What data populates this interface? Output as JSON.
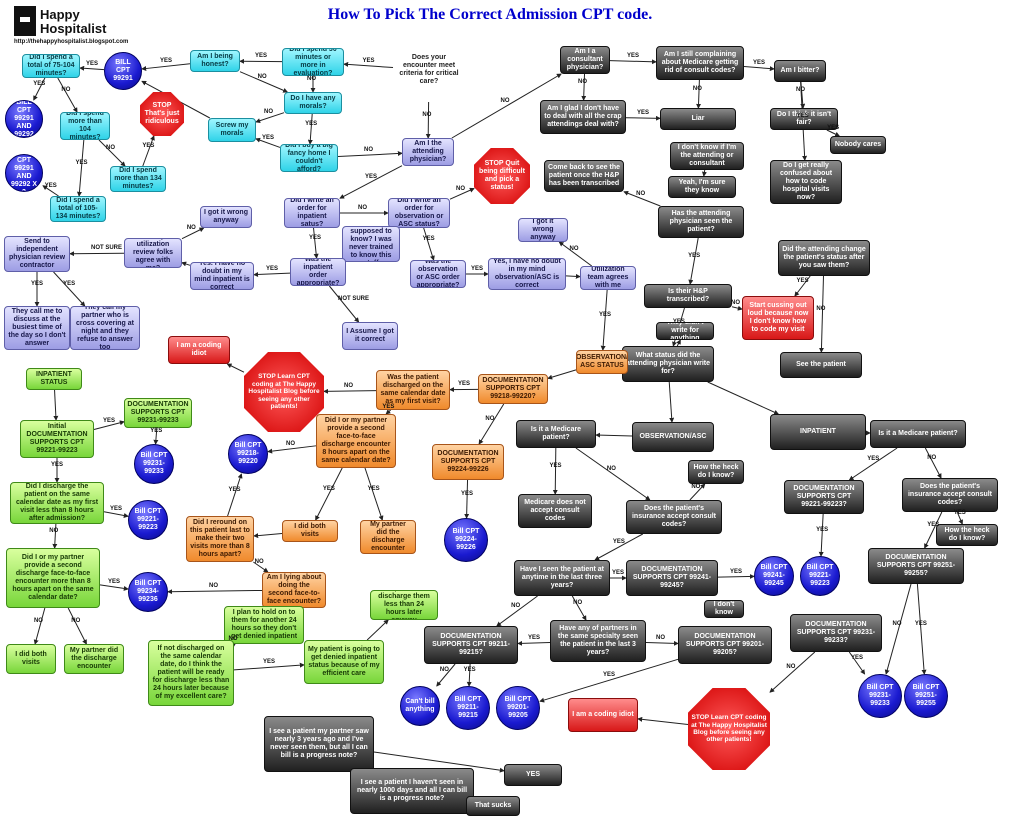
{
  "header": {
    "title": "How To Pick The Correct Admission CPT code.",
    "logo_line1": "Happy",
    "logo_line2": "Hospitalist",
    "url": "http://thehappyhospitalist.blogspot.com"
  },
  "colors": {
    "cyan": "#2fd3e8",
    "purple": "#9d9de4",
    "dark": "#202020",
    "green": "#78d63a",
    "orange": "#f08a2c",
    "red": "#d81818",
    "blue": "#1a1ad0",
    "yellow": "#f4d400"
  },
  "nodes": {
    "n1": "Did I spend a total of 75-104 minutes?",
    "n2": "BILL CPT 99291",
    "n3": "Am I being honest?",
    "n4": "Did I spend 30 minutes or more in evaluation?",
    "n5": "Does your encounter meet criteria for critical care?",
    "n6": "BILL CPT 99291 AND 99292",
    "n7": "Did I spend more than 104 minutes?",
    "n8": "Do I have any morals?",
    "n9": "STOP That's just ridiculous",
    "n10": "Screw my morals",
    "n11": "Did I buy a big fancy home I couldn't afford?",
    "n12": "Am I the attending physician?",
    "n13": "BILL CPT 99291 AND 99292 X 2",
    "n14": "Did I spend more than 134 minutes?",
    "n15": "Did I spend a total of 105-134 minutes?",
    "n16": "STOP Quit being difficult and pick a status!",
    "n17": "I got it wrong anyway",
    "n18": "Did I write an order for inpatient satus?",
    "n19": "Did I write an order for observation or ASC status?",
    "n20": "Send to independent physician review contractor",
    "n21": "Did my utilization review folks agree with me?",
    "n22": "How am I supposed to know? I was never trained to know this stuff",
    "n23": "I got it wrong anyway",
    "n24": "Yes. I have no doubt in my mind inpatient is correct",
    "n25": "Was the inpatient order appropriate?",
    "n26": "Was the observation or ASC order appropriate?",
    "n27": "Yes, I have no doubt in my mind observation/ASC is correct",
    "n28": "Utilization team agrees with me",
    "n29": "They call me to discuss at the busiest time of the day so I don't answer",
    "n30": "They call my partner who is cross covering at night and they refuse to answer too",
    "n31": "I Assume I got it correct",
    "n32": "Am I a consultant physician?",
    "n33": "Am I still complaining about Medicare getting rid of consult codes?",
    "n34": "Am I bitter?",
    "n35": "Am I glad I don't have to deal with all the crap attendings deal with?",
    "n36": "Liar",
    "n37": "Do I think it isn't fair?",
    "n38": "Nobody cares",
    "n39": "I don't know if I'm the attending or consultant",
    "n40": "Come back to see the patient once the H&P has been transcribed",
    "n41": "Yeah, I'm sure they know",
    "n42": "Do I get really confused about how to code hospital visits now?",
    "n43": "Has the attending physician seen the patient?",
    "n44": "Did the attending change the patient's status after you saw them?",
    "n45": "Is their H&P transcribed?",
    "n46": "Start cussing out loud because now I don't know how to code my visit",
    "n47": "They didn't write for anything",
    "n48": "See the patient",
    "n49": "What status did the attending physician write for?",
    "n50": "OBSERVATION/ ASC STATUS",
    "n51": "I am a coding idiot",
    "n52": "STOP Learn CPT coding at The Happy Hospitalist Blog before seeing any other patients!",
    "n53": "Was the patient discharged on the same calendar date as my first visit?",
    "n54": "DOCUMENTATION SUPPORTS CPT 99218-99220?",
    "n55": "INPATIENT STATUS",
    "n56": "DOCUMENTATION SUPPORTS CPT 99231-99233",
    "n57": "Initial DOCUMENTATION SUPPORTS CPT 99221-99223",
    "n58": "Bill CPT 99231-99233",
    "n59": "Bill CPT 99218-99220",
    "n60": "Did I or my partner provide a second face-to-face discharge encounter 8 hours apart on the same calendar date?",
    "n61": "DOCUMENTATION SUPPORTS CPT 99224-99226",
    "n62": "Is it a Medicare patient?",
    "n63": "OBSERVATION/ASC",
    "n64": "INPATIENT",
    "n65": "Is it a Medicare patient?",
    "n66": "How the heck do I know?",
    "n67": "Did I discharge the patient on the same calendar date as my first visit less than 8 hours after admission?",
    "n68": "Bill CPT 99221-99223",
    "n69": "Did I reround on this patient last to make their two visits more than 8 hours apart?",
    "n70": "I did both visits",
    "n71": "My partner did the discharge encounter",
    "n72": "Bill CPT 99224-99226",
    "n73": "Medicare does not accept consult codes",
    "n74": "Does the patient's insurance accept consult codes?",
    "n75": "DOCUMENTATION SUPPORTS CPT 99221-99223?",
    "n76": "Does the patient's insurance accept consult codes?",
    "n77": "How the heck do I know?",
    "n78": "Did I or my partner provide a second discharge face-to-face encounter more than 8 hours apart on the same calendar date?",
    "n79": "Bill CPT 99234-99236",
    "n80": "Am I lying about doing the second face-to-face encounter?",
    "n81": "Have I seen the patient at anytime in the last three years?",
    "n82": "DOCUMENTATION SUPPORTS CPT 99241-99245?",
    "n83": "Bill CPT 99241-99245",
    "n84": "Bill CPT 99221-99223",
    "n85": "DOCUMENTATION SUPPORTS CPT 99251-99255?",
    "n86": "I plan to discharge them less than 24 hours later anyway",
    "n87": "I don't know",
    "n88": "I plan to hold on to them for another 24 hours so they don't get denied inpatient",
    "n89": "I did both visits",
    "n90": "My partner did the discharge encounter",
    "n91": "If not discharged on the same calendar date, do I think the patient will be ready for discharge less than 24 hours later because of my excellent care?",
    "n92": "My patient is going to get denied inpatient status because of my efficient care",
    "n93": "DOCUMENTATION SUPPORTS CPT 99211-99215?",
    "n94": "Have any of partners in the same specialty seen the patient in the last 3 years?",
    "n95": "DOCUMENTATION SUPPORTS CPT 99201-99205?",
    "n96": "DOCUMENTATION SUPPORTS CPT 99231-99233?",
    "n97": "Can't bill anything",
    "n98": "Bill CPT 99211-99215",
    "n99": "Bill CPT 99201-99205",
    "n100": "I am a coding idiot",
    "n101": "STOP Learn CPT coding at The Happy Hospitalist Blog before seeing any other patients!",
    "n102": "Bill CPT 99231-99233",
    "n103": "Bill CPT 99251-99255",
    "n104": "I see a patient my partner saw nearly 3 years ago and I've never seen them, but all I can bill is a progress note?",
    "n105": "I see a patient I haven't seen in nearly 1000 days and all I can bill is a progress note?",
    "n106": "YES",
    "n107": "That sucks"
  },
  "edge_labels": {
    "yes": "YES",
    "no": "NO",
    "not_sure": "NOT SURE"
  }
}
